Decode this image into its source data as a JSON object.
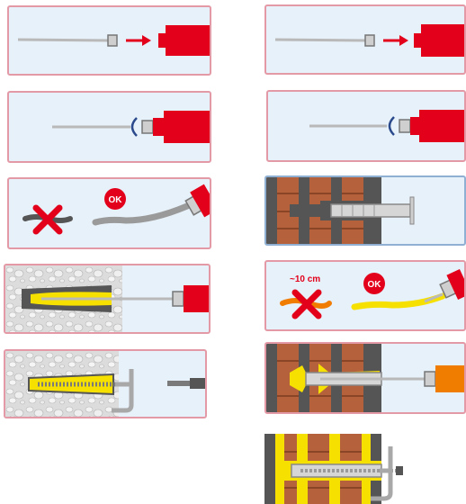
{
  "colors": {
    "red": "#e3001b",
    "yellow": "#f6e000",
    "orange": "#f07c00",
    "grey": "#b9b9b9",
    "panel_bg": "#e7f1f9",
    "brick": "#b4613c",
    "mortar": "#555555"
  },
  "labels": {
    "ok_left": "OK",
    "ok_right": "OK",
    "distance": "~10 cm"
  },
  "icons": [
    "arrow-right-icon",
    "cross-icon",
    "ok-badge-icon",
    "c-clip-icon",
    "hook-icon"
  ]
}
